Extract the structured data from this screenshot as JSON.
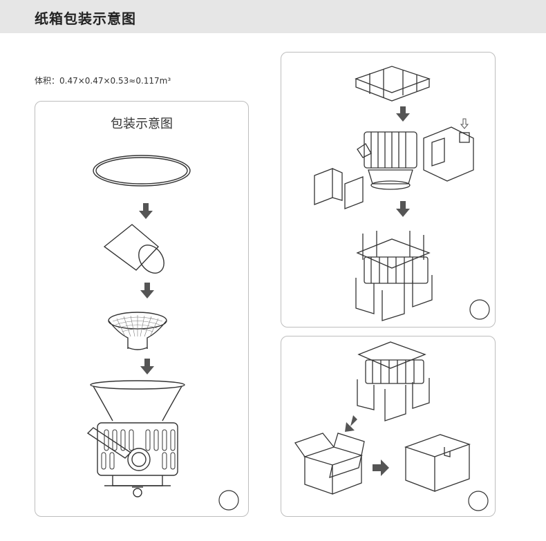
{
  "header": {
    "title": "纸箱包装示意图"
  },
  "volume_text": "体积：0.47×0.47×0.53≈0.117m³",
  "panel_left": {
    "title": "包装示意图"
  },
  "colors": {
    "header_bg": "#e6e6e6",
    "line": "#333333",
    "arrow": "#555555",
    "border": "#bdbdbd"
  },
  "icons": [
    "arrow-down-icon",
    "arrow-right-icon",
    "arrow-down-left-icon",
    "arrow-hint-icon"
  ]
}
